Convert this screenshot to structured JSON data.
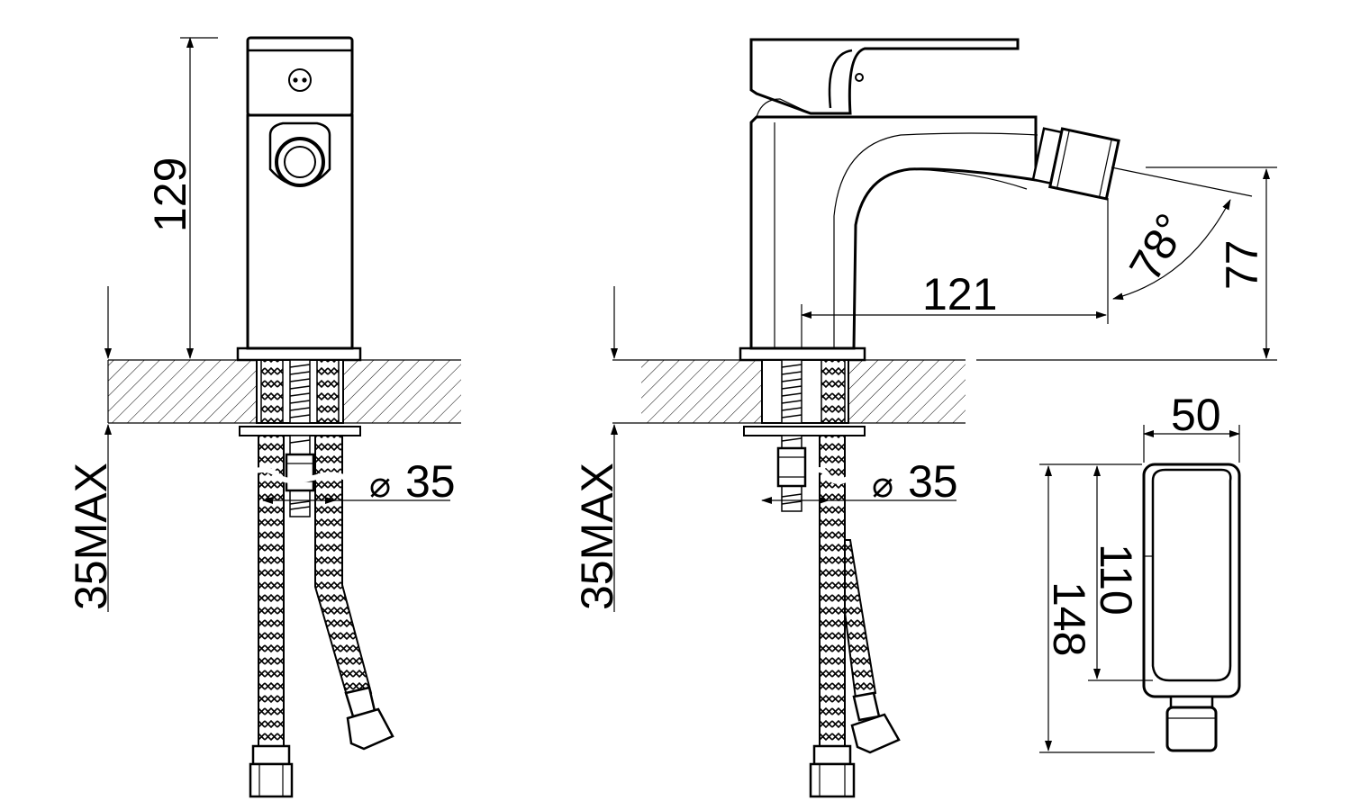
{
  "dimensions": {
    "front_height": "129",
    "front_deck_max": "35MAX",
    "front_hole_dia_symbol": "⌀",
    "front_hole_dia": "35",
    "side_deck_max": "35MAX",
    "side_hole_dia_symbol": "⌀",
    "side_hole_dia": "35",
    "side_reach": "121",
    "side_spray_angle": "78°",
    "side_spout_height": "77",
    "top_width": "50",
    "top_length_body": "110",
    "top_length_total": "148"
  }
}
